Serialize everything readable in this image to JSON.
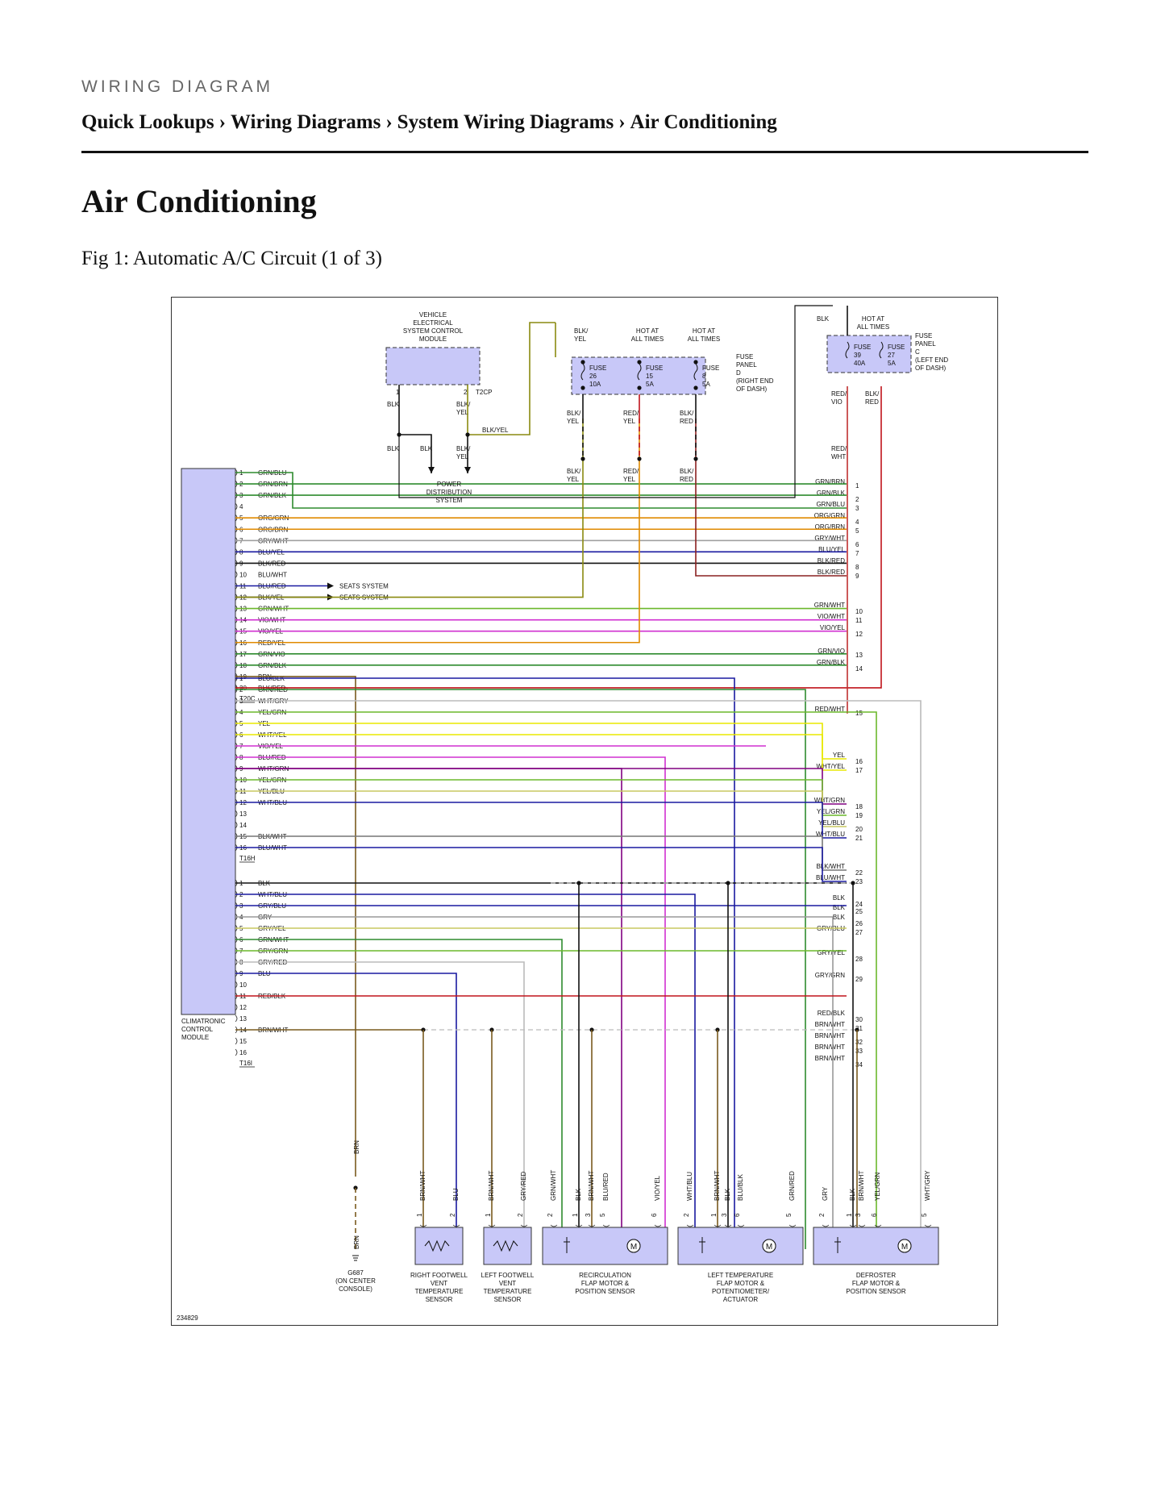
{
  "header": {
    "kicker": "WIRING DIAGRAM",
    "breadcrumb": [
      "Quick Lookups",
      "Wiring Diagrams",
      "System Wiring Diagrams",
      "Air Conditioning"
    ],
    "separator": "›"
  },
  "page": {
    "title": "Air Conditioning",
    "figure_caption": "Fig 1: Automatic A/C Circuit (1 of 3)"
  },
  "diagram": {
    "figure_number": "234829",
    "module": {
      "label": [
        "CLIMATRONIC",
        "CONTROL",
        "MODULE"
      ]
    },
    "vesc": {
      "label": [
        "VEHICLE",
        "ELECTRICAL",
        "SYSTEM CONTROL",
        "MODULE"
      ],
      "connector": "T2CP",
      "pins": [
        "1",
        "2"
      ],
      "wires": [
        "BLK",
        "BLK/ YEL"
      ]
    },
    "power_dist": {
      "label": [
        "POWER",
        "DISTRIBUTION",
        "SYSTEM"
      ],
      "wires": [
        "BLK",
        "BLK",
        "BLK/ YEL",
        "BLK/YEL"
      ]
    },
    "fuse_panel_d": {
      "label": [
        "FUSE",
        "PANEL",
        "D",
        "(RIGHT END",
        "OF DASH)"
      ],
      "hot": [
        "HOT AT",
        "ALL TIMES"
      ],
      "fuses": [
        {
          "name": "FUSE",
          "num": "26",
          "amp": "10A",
          "wire": "BLK/ YEL"
        },
        {
          "name": "FUSE",
          "num": "15",
          "amp": "5A",
          "wire": "RED/ YEL"
        },
        {
          "name": "FUSE",
          "num": "8",
          "amp": "5A",
          "wire": "BLK/ RED"
        }
      ],
      "top_wire": "BLK/ YEL"
    },
    "fuse_panel_c": {
      "label": [
        "FUSE",
        "PANEL",
        "C",
        "(LEFT END",
        "OF DASH)"
      ],
      "hot": [
        "HOT AT",
        "ALL TIMES"
      ],
      "top_wire": "BLK",
      "fuses": [
        {
          "name": "FUSE",
          "num": "39",
          "amp": "40A",
          "wire": "RED/ VIO"
        },
        {
          "name": "FUSE",
          "num": "27",
          "amp": "5A",
          "wire": "BLK/ RED"
        }
      ],
      "lower_wire": "RED/ WHT"
    },
    "seats": "SEATS SYSTEM",
    "t20c": {
      "name": "T20C",
      "pins": [
        [
          "1",
          "GRN/BLU"
        ],
        [
          "2",
          "GRN/BRN"
        ],
        [
          "3",
          "GRN/BLK"
        ],
        [
          "4",
          ""
        ],
        [
          "5",
          "ORG/GRN"
        ],
        [
          "6",
          "ORG/BRN"
        ],
        [
          "7",
          "GRY/WHT"
        ],
        [
          "8",
          "BLU/YEL"
        ],
        [
          "9",
          "BLK/RED"
        ],
        [
          "10",
          "BLU/WHT"
        ],
        [
          "11",
          "BLU/RED"
        ],
        [
          "12",
          "BLK/YEL"
        ],
        [
          "13",
          "GRN/WHT"
        ],
        [
          "14",
          "VIO/WHT"
        ],
        [
          "15",
          "VIO/YEL"
        ],
        [
          "16",
          "RED/YEL"
        ],
        [
          "17",
          "GRN/VIO"
        ],
        [
          "18",
          "GRN/BLK"
        ],
        [
          "19",
          "BRN"
        ],
        [
          "20",
          "BLK/RED"
        ]
      ]
    },
    "t16h": {
      "name": "T16H",
      "pins": [
        [
          "1",
          "BLU/BLK"
        ],
        [
          "2",
          "GRN/RED"
        ],
        [
          "3",
          "WHT/GRY"
        ],
        [
          "4",
          "YEL/GRN"
        ],
        [
          "5",
          "YEL"
        ],
        [
          "6",
          "WHT/YEL"
        ],
        [
          "7",
          "VIO/YEL"
        ],
        [
          "8",
          "BLU/RED"
        ],
        [
          "9",
          "WHT/GRN"
        ],
        [
          "10",
          "YEL/GRN"
        ],
        [
          "11",
          "YEL/BLU"
        ],
        [
          "12",
          "WHT/BLU"
        ],
        [
          "13",
          ""
        ],
        [
          "14",
          ""
        ],
        [
          "15",
          "BLK/WHT"
        ],
        [
          "16",
          "BLU/WHT"
        ]
      ]
    },
    "t16i": {
      "name": "T16I",
      "pins": [
        [
          "1",
          "BLK"
        ],
        [
          "2",
          "WHT/BLU"
        ],
        [
          "3",
          "GRY/BLU"
        ],
        [
          "4",
          "GRY"
        ],
        [
          "5",
          "GRY/YEL"
        ],
        [
          "6",
          "GRN/WHT"
        ],
        [
          "7",
          "GRY/GRN"
        ],
        [
          "8",
          "GRY/RED"
        ],
        [
          "9",
          "BLU"
        ],
        [
          "10",
          ""
        ],
        [
          "11",
          "RED/BLK"
        ],
        [
          "12",
          ""
        ],
        [
          "13",
          ""
        ],
        [
          "14",
          "BRN/WHT"
        ],
        [
          "15",
          ""
        ],
        [
          "16",
          ""
        ]
      ]
    },
    "right_refs": [
      [
        "GRN/BRN",
        "1"
      ],
      [
        "GRN/BLK",
        "2"
      ],
      [
        "GRN/BLU",
        "3"
      ],
      [
        "ORG/GRN",
        "4"
      ],
      [
        "ORG/BRN",
        "5"
      ],
      [
        "GRY/WHT",
        "6"
      ],
      [
        "BLU/YEL",
        "7"
      ],
      [
        "BLK/RED",
        "8"
      ],
      [
        "BLK/RED",
        "9"
      ],
      [
        "GRN/WHT",
        "10"
      ],
      [
        "VIO/WHT",
        "11"
      ],
      [
        "VIO/YEL",
        "12"
      ],
      [
        "GRN/VIO",
        "13"
      ],
      [
        "GRN/BLK",
        "14"
      ],
      [
        "RED/WHT",
        "15"
      ],
      [
        "YEL",
        "16"
      ],
      [
        "WHT/YEL",
        "17"
      ],
      [
        "WHT/GRN",
        "18"
      ],
      [
        "YEL/GRN",
        "19"
      ],
      [
        "YEL/BLU",
        "20"
      ],
      [
        "WHT/BLU",
        "21"
      ],
      [
        "BLK/WHT",
        "22"
      ],
      [
        "BLU/WHT",
        "23"
      ],
      [
        "BLK",
        "24"
      ],
      [
        "BLK",
        "25"
      ],
      [
        "BLK",
        "26"
      ],
      [
        "GRY/BLU",
        "27"
      ],
      [
        "GRY/YEL",
        "28"
      ],
      [
        "GRY/GRN",
        "29"
      ],
      [
        "RED/BLK",
        "30"
      ],
      [
        "BRN/WHT",
        "31"
      ],
      [
        "BRN/WHT",
        "32"
      ],
      [
        "BRN/WHT",
        "33"
      ],
      [
        "BRN/WHT",
        "34"
      ]
    ],
    "ground": {
      "wire": "BRN",
      "label": [
        "G687",
        "(ON CENTER",
        "CONSOLE)"
      ]
    },
    "components": [
      {
        "label": [
          "RIGHT FOOTWELL",
          "VENT",
          "TEMPERATURE",
          "SENSOR"
        ],
        "pins": [
          [
            "1",
            "BRN/WHT"
          ],
          [
            "2",
            "BLU"
          ]
        ]
      },
      {
        "label": [
          "LEFT FOOTWELL",
          "VENT",
          "TEMPERATURE",
          "SENSOR"
        ],
        "pins": [
          [
            "1",
            "BRN/WHT"
          ],
          [
            "2",
            "GRY/RED"
          ]
        ]
      },
      {
        "label": [
          "RECIRCULATION",
          "FLAP MOTOR &",
          "POSITION SENSOR"
        ],
        "pins": [
          [
            "2",
            "GRN/WHT"
          ],
          [
            "1",
            "BLK"
          ],
          [
            "3",
            "BRN/WHT"
          ],
          [
            "5",
            "BLU/RED"
          ],
          [
            "6",
            "VIO/YEL"
          ]
        ]
      },
      {
        "label": [
          "LEFT TEMPERATURE",
          "FLAP MOTOR &",
          "POTENTIOMETER/",
          "ACTUATOR"
        ],
        "pins": [
          [
            "2",
            "WHT/BLU"
          ],
          [
            "1",
            "BRN/WHT"
          ],
          [
            "3",
            "BLK"
          ],
          [
            "6",
            "BLU/BLK"
          ],
          [
            "5",
            "GRN/RED"
          ]
        ]
      },
      {
        "label": [
          "DEFROSTER",
          "FLAP MOTOR &",
          "POSITION SENSOR"
        ],
        "pins": [
          [
            "2",
            "GRY"
          ],
          [
            "1",
            "BLK"
          ],
          [
            "3",
            "BRN/WHT"
          ],
          [
            "6",
            "YEL/GRN"
          ],
          [
            "5",
            "WHT/GRY"
          ]
        ]
      }
    ],
    "motor_symbol": "M"
  },
  "colors": {
    "module_fill": "#c8c8f8",
    "rule": "#111111",
    "kicker": "#666666",
    "wire": {
      "GRN": "#2e8b2e",
      "BLU": "#1a1aa0",
      "BRN": "#7a5a1e",
      "ORG": "#e08a00",
      "GRY": "#a0a0a0",
      "BLK": "#111111",
      "RED": "#c0141b",
      "VIO": "#800080",
      "YEL": "#e8e800",
      "WHT": "#bbbbbb",
      "PNK": "#d030d0"
    }
  }
}
